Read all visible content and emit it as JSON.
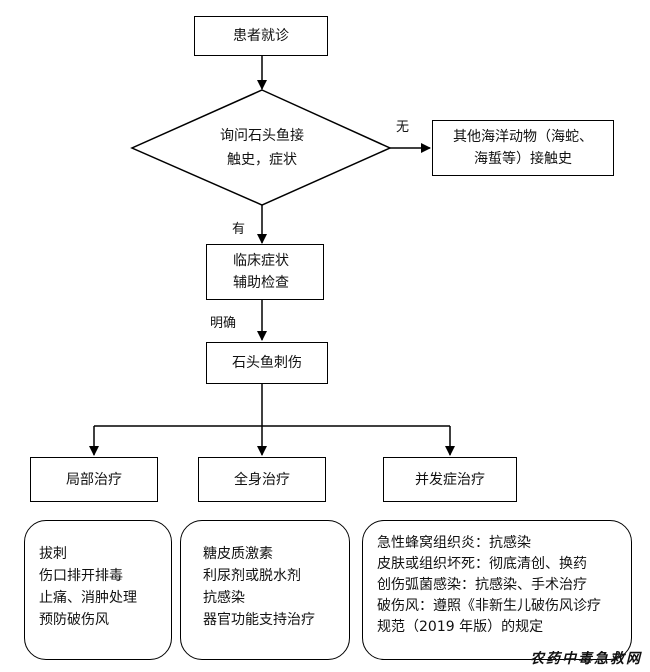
{
  "nodes": {
    "start": "患者就诊",
    "decision": [
      "询问石头鱼接",
      "触史，症状"
    ],
    "other": [
      "其他海洋动物（海蛇、",
      "海蜇等）接触史"
    ],
    "clinical": [
      "临床症状",
      "辅助检查"
    ],
    "diagnosis": "石头鱼刺伤",
    "local": "局部治疗",
    "systemic": "全身治疗",
    "complication": "并发症治疗"
  },
  "edge_labels": {
    "no": "无",
    "yes": "有",
    "confirmed": "明确"
  },
  "details": {
    "local": [
      "拔刺",
      "伤口排开排毒",
      "止痛、消肿处理",
      "预防破伤风"
    ],
    "systemic": [
      "糖皮质激素",
      "利尿剂或脱水剂",
      "抗感染",
      "器官功能支持治疗"
    ],
    "complication": [
      "急性蜂窝组织炎：抗感染",
      "皮肤或组织坏死：彻底清创、换药",
      "创伤弧菌感染：抗感染、手术治疗",
      "破伤风：遵照《非新生儿破伤风诊疗",
      "规范（2019 年版）的规定"
    ]
  },
  "watermark": "农药中毒急救网"
}
